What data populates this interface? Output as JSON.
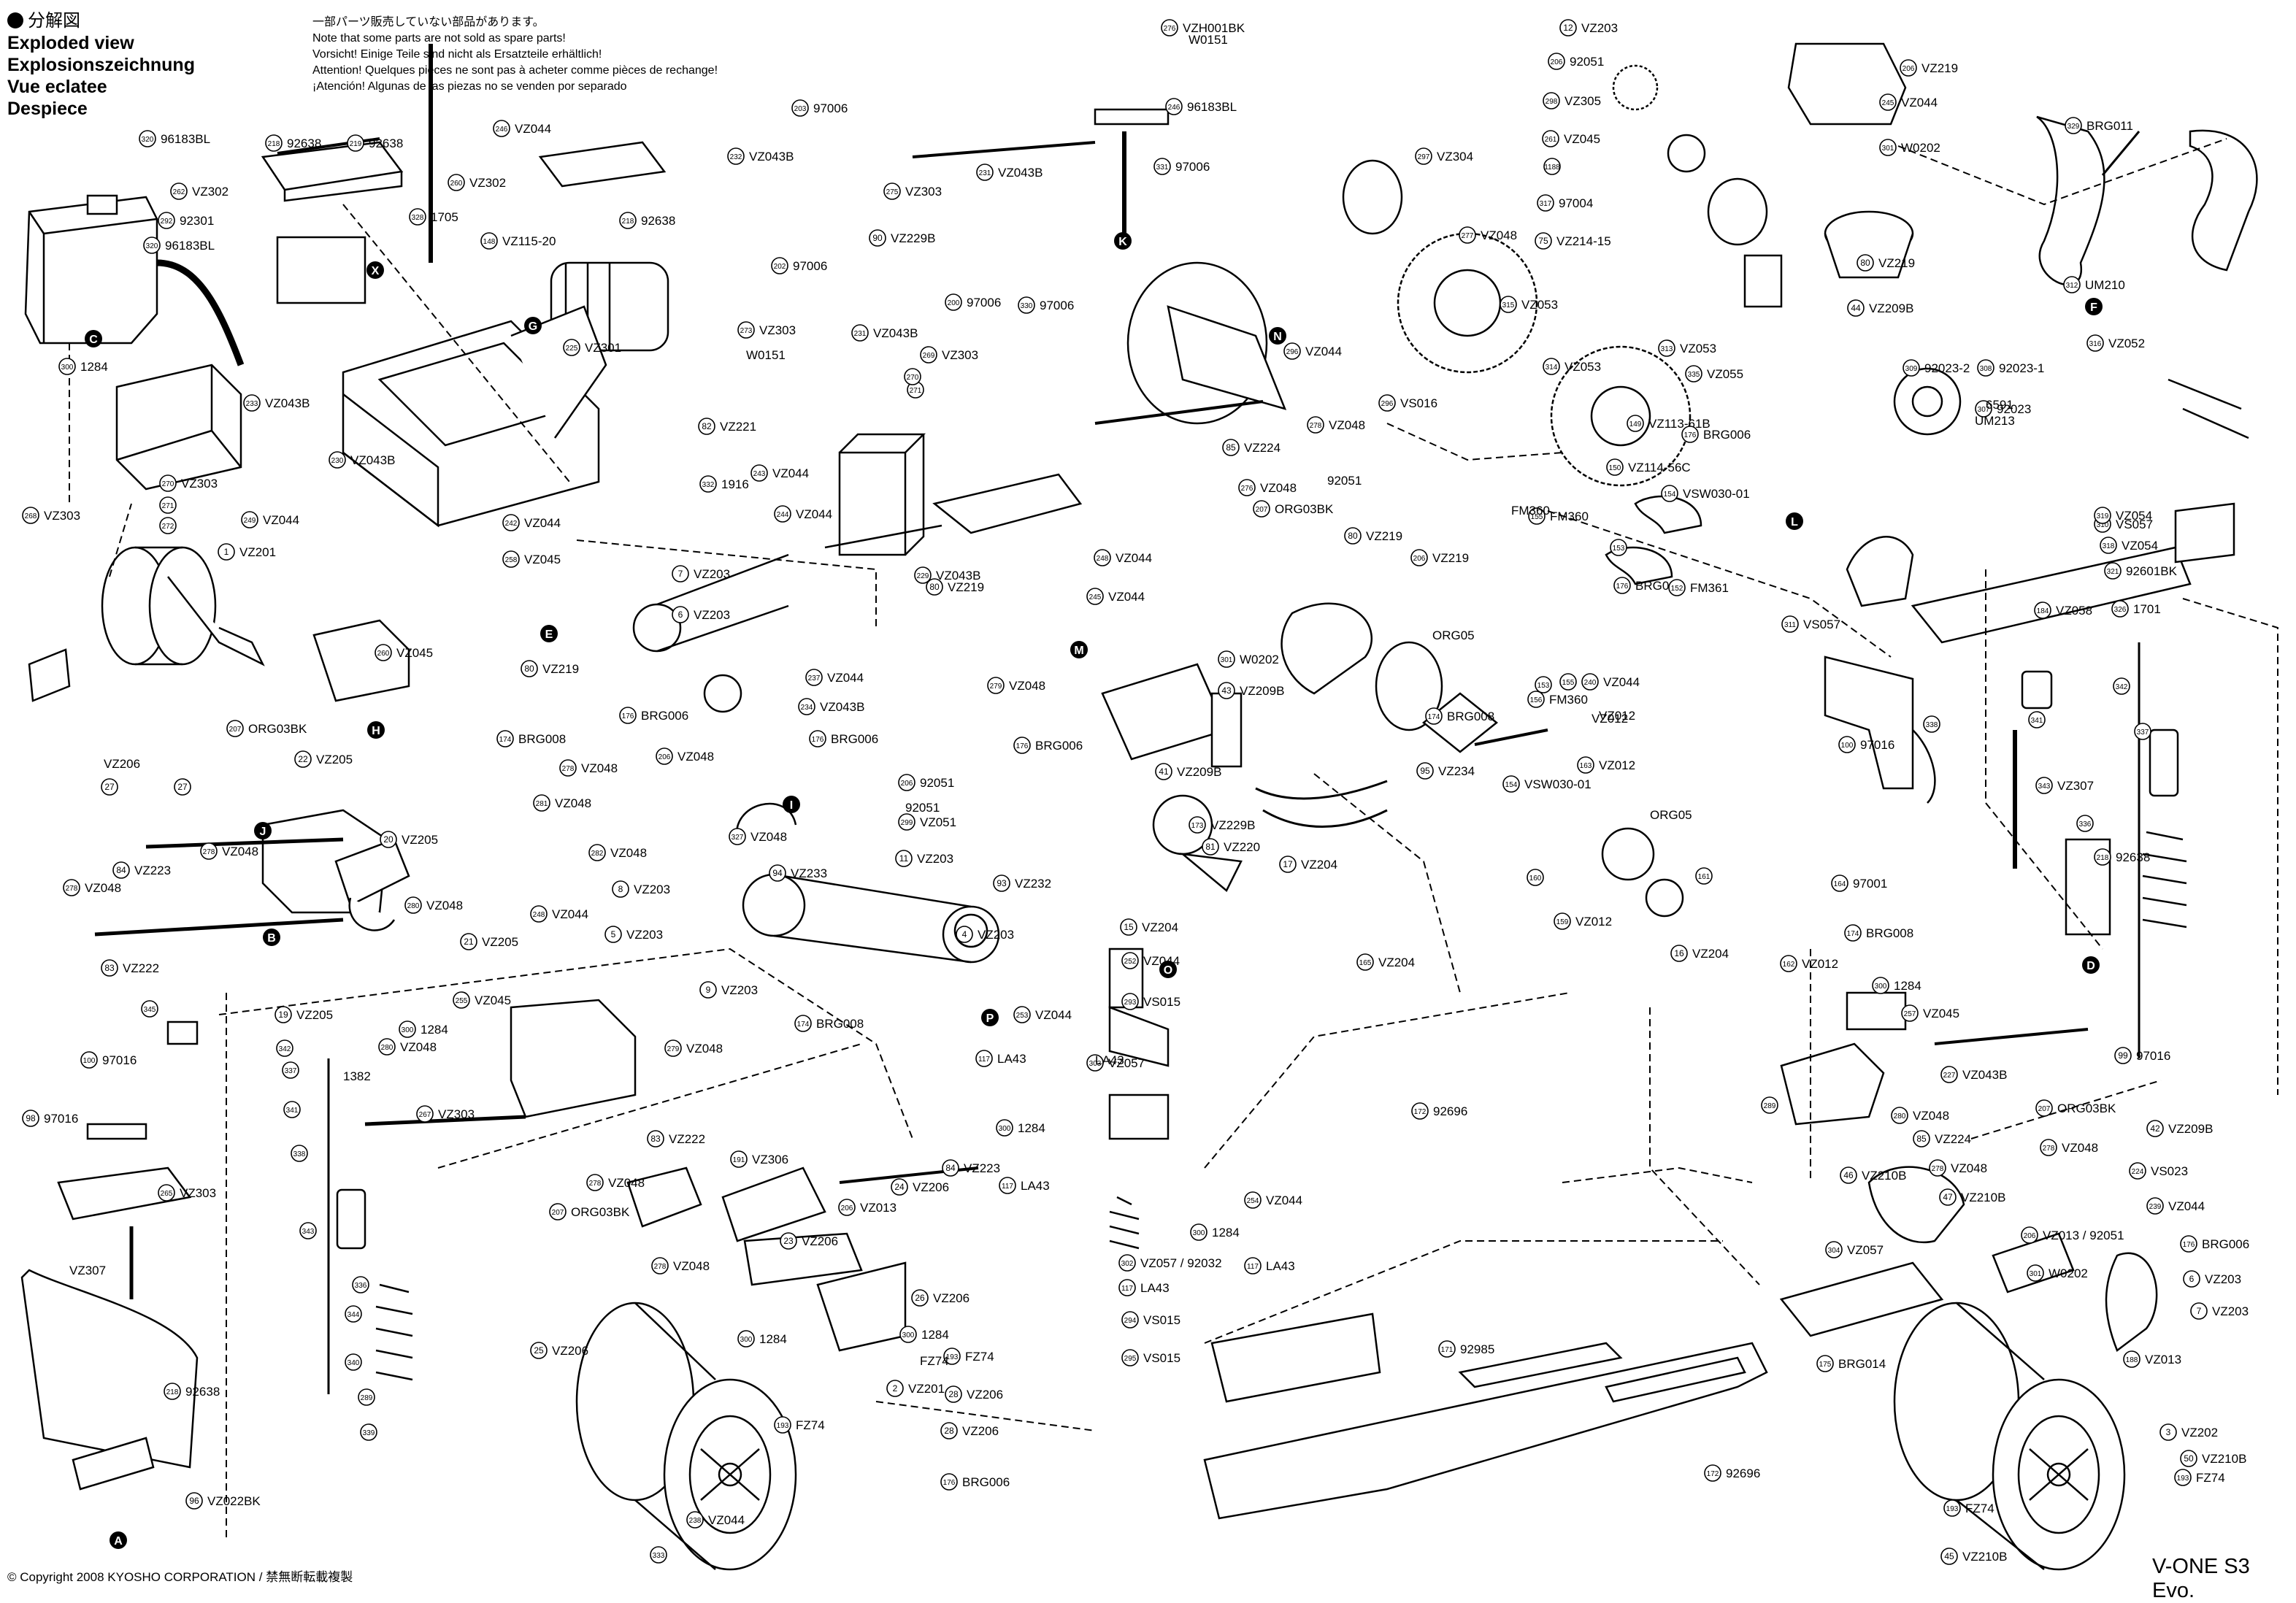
{
  "header": {
    "title_jp": "分解図",
    "lines": [
      "Exploded view",
      "Explosionszeichnung",
      "Vue eclatee",
      "Despiece"
    ]
  },
  "note": [
    "一部パーツ販売していない部品があります。",
    "Note that some parts are not sold as spare parts!",
    "Vorsicht!  Einige Teile sind nicht als Ersatzteile erhältlich!",
    "Attention!  Quelques pièces ne sont pas à acheter comme pièces de rechange!",
    "¡Atención! Algunas de las piezas no se venden por separado"
  ],
  "footer": {
    "copyright": "© Copyright 2008 KYOSHO CORPORATION / 禁無断転載複製",
    "model": "V-ONE S3 Evo."
  },
  "callouts": [
    [
      "320",
      "96183BL"
    ],
    [
      "218",
      "92638"
    ],
    [
      "219",
      "92638"
    ],
    [
      "262",
      "VZ302"
    ],
    [
      "292",
      "92301"
    ],
    [
      "320",
      "96183BL"
    ],
    [
      "300",
      "1284"
    ],
    [
      "233",
      "VZ043B"
    ],
    [
      "270",
      "VZ303"
    ],
    [
      "271",
      ""
    ],
    [
      "272",
      ""
    ],
    [
      "268",
      "VZ303"
    ],
    [
      "249",
      "VZ044"
    ],
    [
      "230",
      "VZ043B"
    ],
    [
      "246",
      "VZ044"
    ],
    [
      "260",
      "VZ302"
    ],
    [
      "218",
      "92638"
    ],
    [
      "328",
      "1705"
    ],
    [
      "225",
      "VZ301"
    ],
    [
      "242",
      "VZ044"
    ],
    [
      "258",
      "VZ045"
    ],
    [
      "1",
      "VZ201"
    ],
    [
      "207",
      "ORG03BK"
    ],
    [
      "260",
      "VZ045"
    ],
    [
      "22",
      "VZ205"
    ],
    [
      "27",
      ""
    ],
    [
      "27",
      ""
    ],
    [
      "278",
      "VZ048"
    ],
    [
      "84",
      "VZ223"
    ],
    [
      "278",
      "VZ048"
    ],
    [
      "20",
      "VZ205"
    ],
    [
      "280",
      "VZ048"
    ],
    [
      "83",
      "VZ222"
    ],
    [
      "82",
      "VZ221"
    ],
    [
      "332",
      "1916"
    ],
    [
      "243",
      "VZ044"
    ],
    [
      "244",
      "VZ044"
    ],
    [
      "7",
      "VZ203"
    ],
    [
      "6",
      "VZ203"
    ],
    [
      "80",
      "VZ219"
    ],
    [
      "176",
      "BRG006"
    ],
    [
      "174",
      "BRG008"
    ],
    [
      "278",
      "VZ048"
    ],
    [
      "206",
      "VZ048"
    ],
    [
      "281",
      "VZ048"
    ],
    [
      "282",
      "VZ048"
    ],
    [
      "327",
      "VZ048"
    ],
    [
      "237",
      "VZ044"
    ],
    [
      "234",
      "VZ043B"
    ],
    [
      "176",
      "BRG006"
    ],
    [
      "206",
      "92051"
    ],
    [
      "299",
      "VZ051"
    ],
    [
      "94",
      "VZ233"
    ],
    [
      "93",
      "VZ232"
    ],
    [
      "8",
      "VZ203"
    ],
    [
      "5",
      "VZ203"
    ],
    [
      "4",
      "VZ203"
    ],
    [
      "9",
      "VZ203"
    ],
    [
      "174",
      "BRG008"
    ],
    [
      "80",
      "VZ219"
    ],
    [
      "248",
      "VZ044"
    ],
    [
      "21",
      "VZ205"
    ],
    [
      "255",
      "VZ045"
    ],
    [
      "280",
      "VZ048"
    ],
    [
      "300",
      "1284"
    ],
    [
      "279",
      "VZ048"
    ],
    [
      "19",
      "VZ205"
    ],
    [
      "342",
      ""
    ],
    [
      "337",
      ""
    ],
    [
      "341",
      ""
    ],
    [
      "338",
      ""
    ],
    [
      "343",
      ""
    ],
    [
      "336",
      ""
    ],
    [
      "344",
      ""
    ],
    [
      "340",
      ""
    ],
    [
      "289",
      ""
    ],
    [
      "339",
      ""
    ],
    [
      "345",
      ""
    ],
    [
      "100",
      "97016"
    ],
    [
      "98",
      "97016"
    ],
    [
      "265",
      "VZ303"
    ],
    [
      "218",
      "92638"
    ],
    [
      "96",
      "VZ022BK"
    ],
    [
      "267",
      "VZ303"
    ],
    [
      "83",
      "VZ222"
    ],
    [
      "191",
      "VZ306"
    ],
    [
      "278",
      "VZ048"
    ],
    [
      "207",
      "ORG03BK"
    ],
    [
      "206",
      "VZ013"
    ],
    [
      "23",
      "VZ206"
    ],
    [
      "24",
      "VZ206"
    ],
    [
      "84",
      "VZ223"
    ],
    [
      "278",
      "VZ048"
    ],
    [
      "25",
      "VZ206"
    ],
    [
      "26",
      "VZ206"
    ],
    [
      "300",
      "1284"
    ],
    [
      "300",
      "1284"
    ],
    [
      "2",
      "VZ201"
    ],
    [
      "193",
      "FZ74"
    ],
    [
      "193",
      "FZ74"
    ],
    [
      "28",
      "VZ206"
    ],
    [
      "28",
      "VZ206"
    ],
    [
      "176",
      "BRG006"
    ],
    [
      "238",
      "VZ044"
    ],
    [
      "333",
      ""
    ],
    [
      "276",
      "VZH001BK"
    ],
    [
      "203",
      "97006"
    ],
    [
      "246",
      "96183BL"
    ],
    [
      "232",
      "VZ043B"
    ],
    [
      "275",
      "VZ303"
    ],
    [
      "231",
      "VZ043B"
    ],
    [
      "331",
      "97006"
    ],
    [
      "90",
      "VZ229B"
    ],
    [
      "202",
      "97006"
    ],
    [
      "200",
      "97006"
    ],
    [
      "330",
      "97006"
    ],
    [
      "273",
      "VZ303"
    ],
    [
      "231",
      "VZ043B"
    ],
    [
      "269",
      "VZ303"
    ],
    [
      "271",
      ""
    ],
    [
      "270",
      ""
    ],
    [
      "229",
      "VZ043B"
    ],
    [
      "248",
      "VZ044"
    ],
    [
      "245",
      "VZ044"
    ],
    [
      "301",
      "W0202"
    ],
    [
      "43",
      "VZ209B"
    ],
    [
      "279",
      "VZ048"
    ],
    [
      "176",
      "BRG006"
    ],
    [
      "41",
      "VZ209B"
    ],
    [
      "173",
      "VZ229B"
    ],
    [
      "81",
      "VZ220"
    ],
    [
      "11",
      "VZ203"
    ],
    [
      "15",
      "VZ204"
    ],
    [
      "252",
      "VZ044"
    ],
    [
      "293",
      "VS015"
    ],
    [
      "253",
      "VZ044"
    ],
    [
      "117",
      "LA43"
    ],
    [
      "303",
      "VZ057"
    ],
    [
      "300",
      "1284"
    ],
    [
      "117",
      "LA43"
    ],
    [
      "254",
      "VZ044"
    ],
    [
      "300",
      "1284"
    ],
    [
      "117",
      "LA43"
    ],
    [
      "302",
      "VZ057 / 92032"
    ],
    [
      "117",
      "LA43"
    ],
    [
      "294",
      "VS015"
    ],
    [
      "295",
      "VS015"
    ],
    [
      "296",
      "VZ044"
    ],
    [
      "296",
      "VS016"
    ],
    [
      "85",
      "VZ224"
    ],
    [
      "278",
      "VZ048"
    ],
    [
      "276",
      "VZ048"
    ],
    [
      "207",
      "ORG03BK"
    ],
    [
      "80",
      "VZ219"
    ],
    [
      "206",
      "VZ219"
    ],
    [
      "174",
      "BRG008"
    ],
    [
      "95",
      "VZ234"
    ],
    [
      "17",
      "VZ204"
    ],
    [
      "165",
      "VZ204"
    ],
    [
      "172",
      "92696"
    ],
    [
      "171",
      "92985"
    ],
    [
      "172",
      "92696"
    ],
    [
      "12",
      "VZ203"
    ],
    [
      "206",
      "92051"
    ],
    [
      "298",
      "VZ305"
    ],
    [
      "261",
      "VZ045"
    ],
    [
      "297",
      "VZ304"
    ],
    [
      "1188",
      ""
    ],
    [
      "317",
      "97004"
    ],
    [
      "75",
      "VZ214-15"
    ],
    [
      "148",
      "VZ115-20"
    ],
    [
      "277",
      "VZ048"
    ],
    [
      "315",
      "VZ053"
    ],
    [
      "314",
      "VZ053"
    ],
    [
      "313",
      "VZ053"
    ],
    [
      "335",
      "VZ055"
    ],
    [
      "149",
      "VZ113-61B"
    ],
    [
      "176",
      "BRG006"
    ],
    [
      "150",
      "VZ114-56C"
    ],
    [
      "154",
      "VSW030-01"
    ],
    [
      "155",
      "FM360"
    ],
    [
      "153",
      ""
    ],
    [
      "176",
      "BRG006"
    ],
    [
      "152",
      "FM361"
    ],
    [
      "156",
      "FM360"
    ],
    [
      "153",
      ""
    ],
    [
      "155",
      ""
    ],
    [
      "240",
      "VZ044"
    ],
    [
      "154",
      "VSW030-01"
    ],
    [
      "163",
      "VZ012"
    ],
    [
      "160",
      ""
    ],
    [
      "159",
      "VZ012"
    ],
    [
      "161",
      ""
    ],
    [
      "164",
      "97001"
    ],
    [
      "162",
      "VZ012"
    ],
    [
      "16",
      "VZ204"
    ],
    [
      "174",
      "BRG008"
    ],
    [
      "206",
      "VZ219"
    ],
    [
      "245",
      "VZ044"
    ],
    [
      "301",
      "W0202"
    ],
    [
      "80",
      "VZ219"
    ],
    [
      "44",
      "VZ209B"
    ],
    [
      "309",
      "92023-2"
    ],
    [
      "308",
      "92023-1"
    ],
    [
      "307",
      "92023"
    ],
    [
      "329",
      "BRG011"
    ],
    [
      "312",
      "UM210"
    ],
    [
      "316",
      "VZ052"
    ],
    [
      "310",
      "VS057"
    ],
    [
      "311",
      "VS057"
    ],
    [
      "319",
      "VZ054"
    ],
    [
      "318",
      "VZ054"
    ],
    [
      "321",
      "92601BK"
    ],
    [
      "326",
      "1701"
    ],
    [
      "184",
      "VZ058"
    ],
    [
      "342",
      ""
    ],
    [
      "337",
      ""
    ],
    [
      "341",
      ""
    ],
    [
      "338",
      ""
    ],
    [
      "100",
      "97016"
    ],
    [
      "343",
      "VZ307"
    ],
    [
      "336",
      ""
    ],
    [
      "218",
      "92638"
    ],
    [
      "300",
      "1284"
    ],
    [
      "257",
      "VZ045"
    ],
    [
      "99",
      "97016"
    ],
    [
      "227",
      "VZ043B"
    ],
    [
      "289",
      ""
    ],
    [
      "280",
      "VZ048"
    ],
    [
      "85",
      "VZ224"
    ],
    [
      "278",
      "VZ048"
    ],
    [
      "207",
      "ORG03BK"
    ],
    [
      "42",
      "VZ209B"
    ],
    [
      "278",
      "VZ048"
    ],
    [
      "224",
      "VS023"
    ],
    [
      "239",
      "VZ044"
    ],
    [
      "46",
      "VZ210B"
    ],
    [
      "47",
      "VZ210B"
    ],
    [
      "304",
      "VZ057"
    ],
    [
      "206",
      "VZ013 / 92051"
    ],
    [
      "301",
      "W0202"
    ],
    [
      "176",
      "BRG006"
    ],
    [
      "6",
      "VZ203"
    ],
    [
      "7",
      "VZ203"
    ],
    [
      "188",
      "VZ013"
    ],
    [
      "175",
      "BRG014"
    ],
    [
      "3",
      "VZ202"
    ],
    [
      "50",
      "VZ210B"
    ],
    [
      "193",
      "FZ74"
    ],
    [
      "193",
      "FZ74"
    ],
    [
      "45",
      "VZ210B"
    ],
    [
      "50",
      "VZ210B"
    ],
    [
      "238",
      "VZ044"
    ],
    [
      "176",
      "BRG006"
    ],
    [
      "333",
      ""
    ],
    [
      "276",
      "VZH001BK"
    ]
  ],
  "labels": [
    "VZ206",
    "VZ307",
    "1382",
    "ORG05",
    "FM360",
    "ORG05",
    "VZ012",
    "LA43",
    "FZ74",
    "UM213",
    "6591",
    "W0151",
    "W0151",
    "92051",
    "92051",
    "VZ012"
  ],
  "markers": [
    "A",
    "B",
    "C",
    "D",
    "E",
    "F",
    "G",
    "H",
    "I",
    "J",
    "K",
    "L",
    "M",
    "N",
    "O",
    "P",
    "X"
  ]
}
